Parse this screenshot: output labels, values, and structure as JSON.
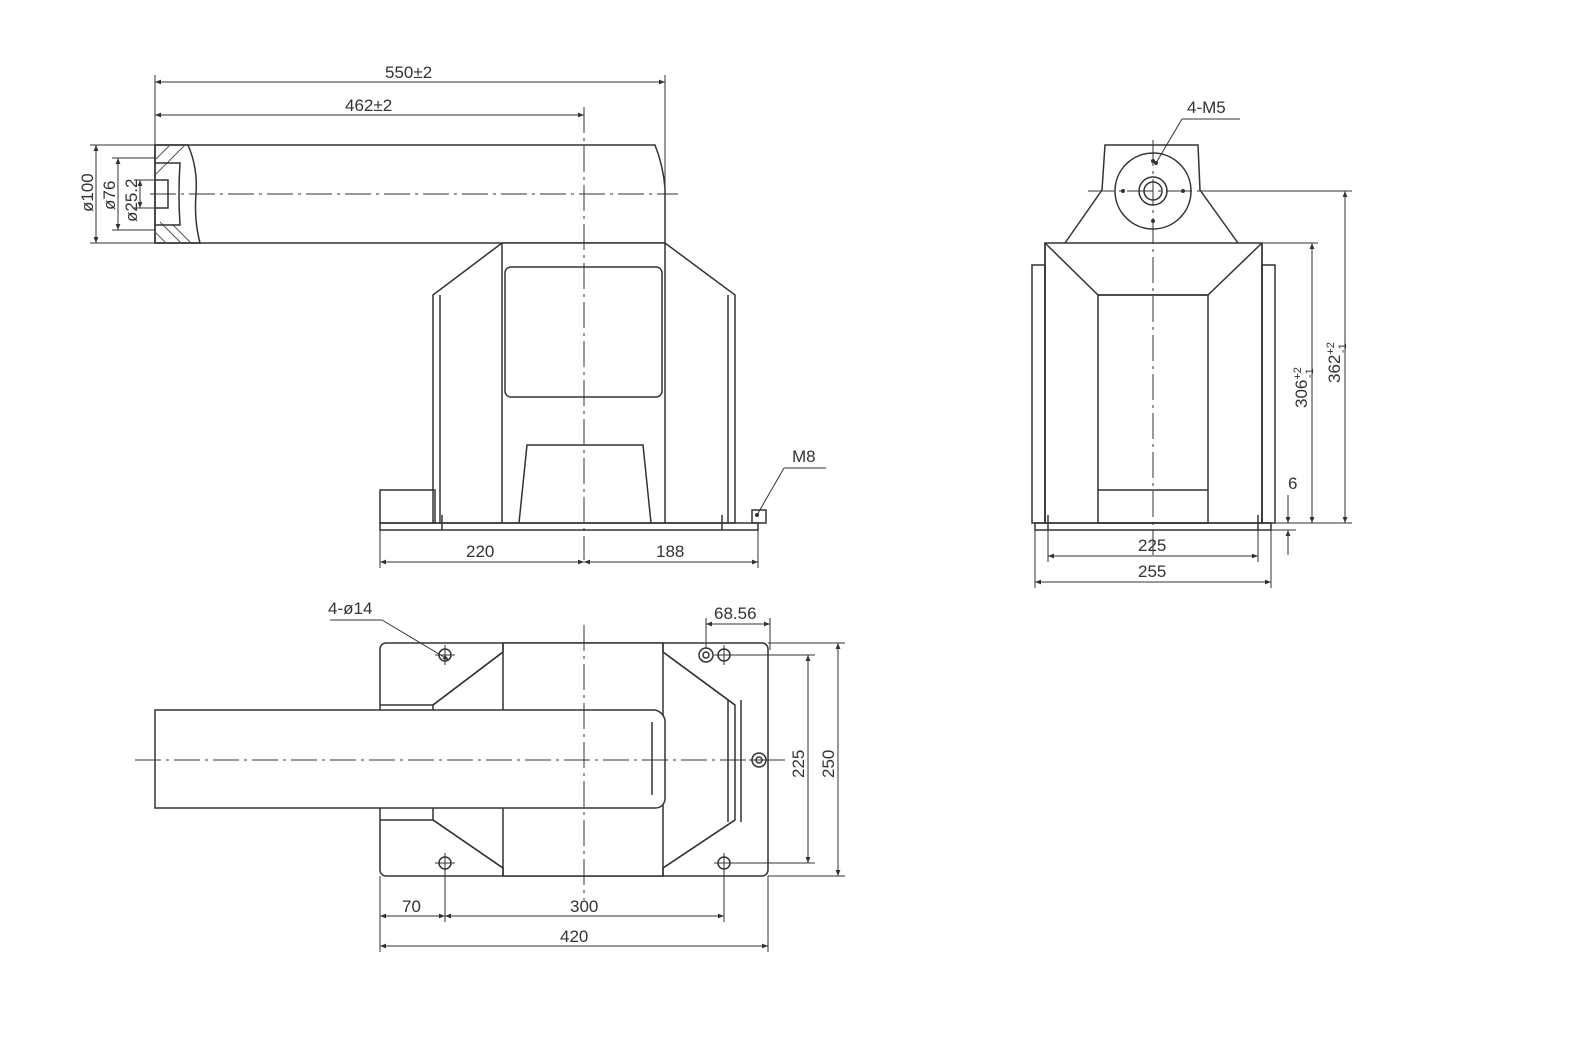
{
  "front_view": {
    "dim_overall_length": "550±2",
    "dim_center_distance": "462±2",
    "dim_outer_diameter": "ø100",
    "dim_mid_diameter": "ø76",
    "dim_inner_diameter": "ø25.2",
    "thread_label": "M8",
    "dim_left_base": "220",
    "dim_right_base": "188"
  },
  "side_view": {
    "tapped_holes": "4-M5",
    "dim_height_inner": "306",
    "dim_height_inner_tol_upper": "+2",
    "dim_height_inner_tol_lower": "-1",
    "dim_height_total": "362",
    "dim_height_total_tol_upper": "+2",
    "dim_height_total_tol_lower": "-1",
    "dim_base_thickness": "6",
    "dim_hole_span": "225",
    "dim_base_width": "255"
  },
  "top_view": {
    "mount_holes": "4-ø14",
    "dim_terminal_offset": "68.56",
    "dim_hole_spacing_y": "225",
    "dim_base_depth": "250",
    "dim_edge_to_hole": "70",
    "dim_hole_spacing_x": "300",
    "dim_base_length": "420"
  }
}
